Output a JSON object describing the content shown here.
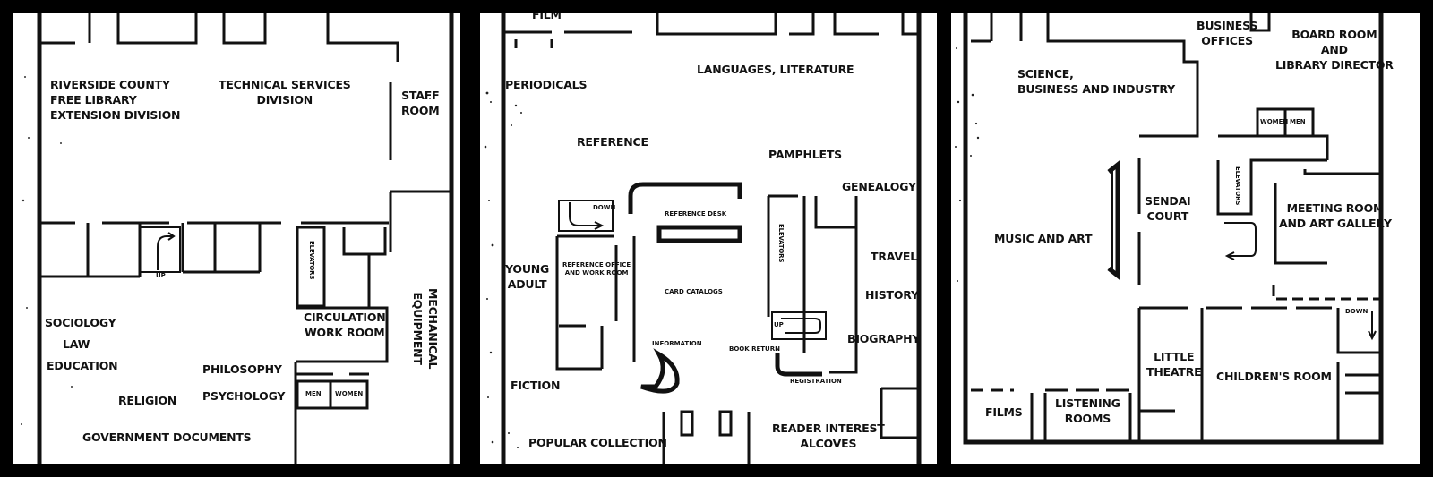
{
  "panels": [
    {
      "id": "panel-1",
      "labels": {
        "riverside": "RIVERSIDE COUNTY\nFREE LIBRARY\nEXTENSION DIVISION",
        "technical": "TECHNICAL SERVICES\nDIVISION",
        "staff_room": "STAFF\nROOM",
        "elevators": "ELEVATORS",
        "up": "UP",
        "mechanical": "MECHANICAL\nEQUIPMENT",
        "circulation": "CIRCULATION\nWORK ROOM",
        "sociology": "SOCIOLOGY",
        "law": "LAW",
        "education": "EDUCATION",
        "philosophy": "PHILOSOPHY",
        "psychology": "PSYCHOLOGY",
        "religion": "RELIGION",
        "men": "MEN",
        "women": "WOMEN",
        "government": "GOVERNMENT DOCUMENTS"
      }
    },
    {
      "id": "panel-2",
      "labels": {
        "film": "FILM",
        "periodicals": "PERIODICALS",
        "languages": "LANGUAGES, LITERATURE",
        "reference": "REFERENCE",
        "pamphlets": "PAMPHLETS",
        "genealogy": "GENEALOGY",
        "down": "DOWN",
        "reference_desk": "REFERENCE DESK",
        "elevators": "ELEVATORS",
        "young_adult": "YOUNG\nADULT",
        "reference_office": "REFERENCE OFFICE\nAND WORK ROOM",
        "card_catalogs": "CARD CATALOGS",
        "travel": "TRAVEL",
        "history": "HISTORY",
        "up": "UP",
        "biography": "BIOGRAPHY",
        "information": "INFORMATION",
        "book_return": "BOOK RETURN",
        "registration": "REGISTRATION",
        "fiction": "FICTION",
        "popular": "POPULAR COLLECTION",
        "reader_interest": "READER INTEREST\nALCOVES"
      }
    },
    {
      "id": "panel-3",
      "labels": {
        "business_offices": "BUSINESS\nOFFICES",
        "board_room": "BOARD ROOM\nAND\nLIBRARY DIRECTOR",
        "science": "SCIENCE,\nBUSINESS AND INDUSTRY",
        "women": "WOMEN",
        "men": "MEN",
        "elevators": "ELEVATORS",
        "sendai": "SENDAI\nCOURT",
        "meeting_room": "MEETING ROOM\nAND ART GALLERY",
        "music_art": "MUSIC AND ART",
        "down": "DOWN",
        "little_theatre": "LITTLE\nTHEATRE",
        "childrens_room": "CHILDREN'S ROOM",
        "films": "FILMS",
        "listening_rooms": "LISTENING\nROOMS"
      }
    }
  ]
}
